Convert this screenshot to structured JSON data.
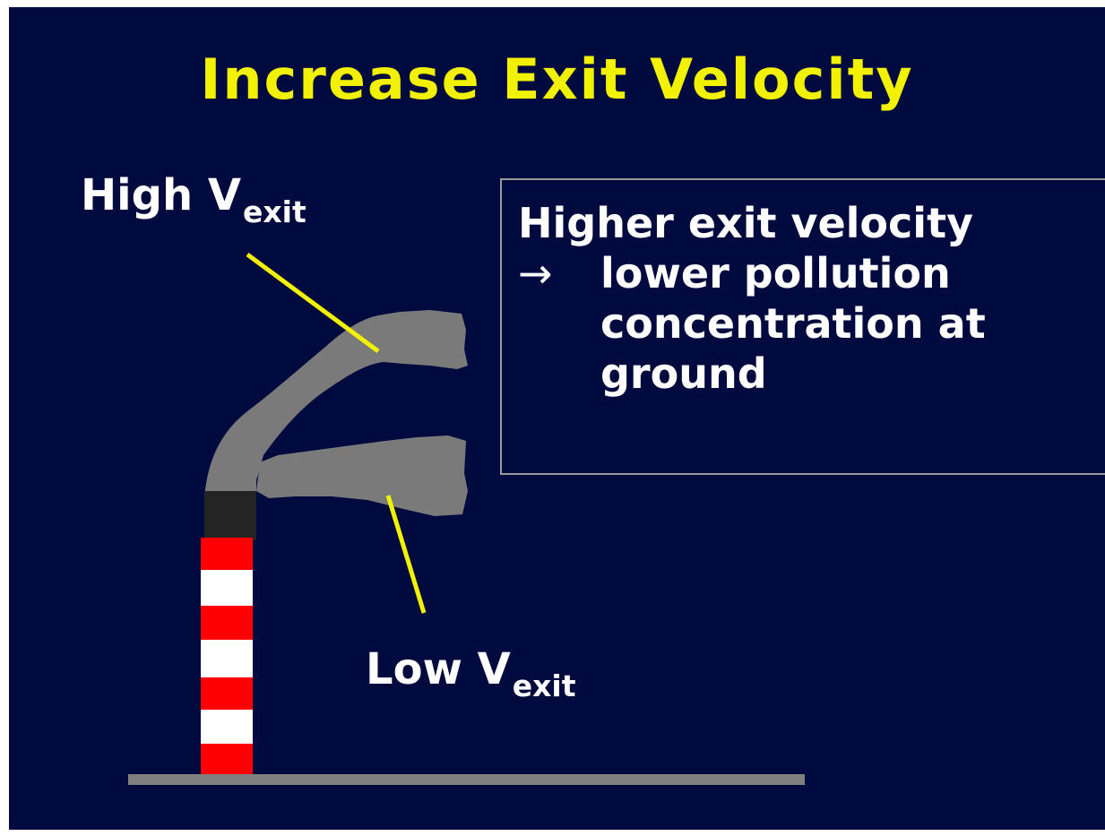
{
  "slide": {
    "title": "Increase Exit Velocity",
    "high_label": {
      "text": "High V",
      "subscript": "exit"
    },
    "low_label": {
      "text": "Low V",
      "subscript": "exit"
    },
    "callout": {
      "line1": "Higher exit velocity",
      "arrow": "→",
      "line2": "lower pollution",
      "line3": "concentration at",
      "line4": "ground"
    }
  },
  "colors": {
    "background": "#000a3e",
    "title": "#f2f200",
    "text": "#ffffff",
    "pointer": "#f2f200",
    "stack_red": "#ff0000",
    "stack_white": "#ffffff",
    "plume": "#7a7a7a",
    "ground": "#808080"
  }
}
